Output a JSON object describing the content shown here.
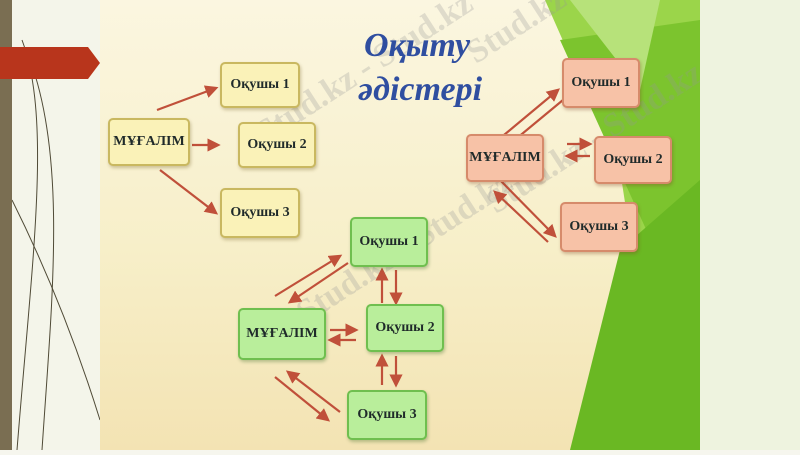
{
  "title": {
    "line1": "Оқыту",
    "line2": "әдістері"
  },
  "diagrams": [
    {
      "teacher": "МҰҒАЛІМ",
      "students": [
        "Оқушы 1",
        "Оқушы 2",
        "Оқушы 3"
      ]
    },
    {
      "teacher": "МҰҒАЛІМ",
      "students": [
        "Оқушы 1",
        "Оқушы 2",
        "Оқушы 3"
      ]
    },
    {
      "teacher": "МҰҒАЛІМ",
      "students": [
        "Оқушы 1",
        "Оқушы 2",
        "Оқушы 3"
      ]
    }
  ],
  "watermark": "Stud.kz - Stud.kz",
  "colors": {
    "title": "#2f4ea0",
    "arrow": "#c0503a",
    "yellow_box": "#faf2b8",
    "green_box": "#b9ee9b",
    "pink_box": "#f7c2a7",
    "green_decor": "#8ccf3c",
    "red_tab": "#b8351c"
  }
}
